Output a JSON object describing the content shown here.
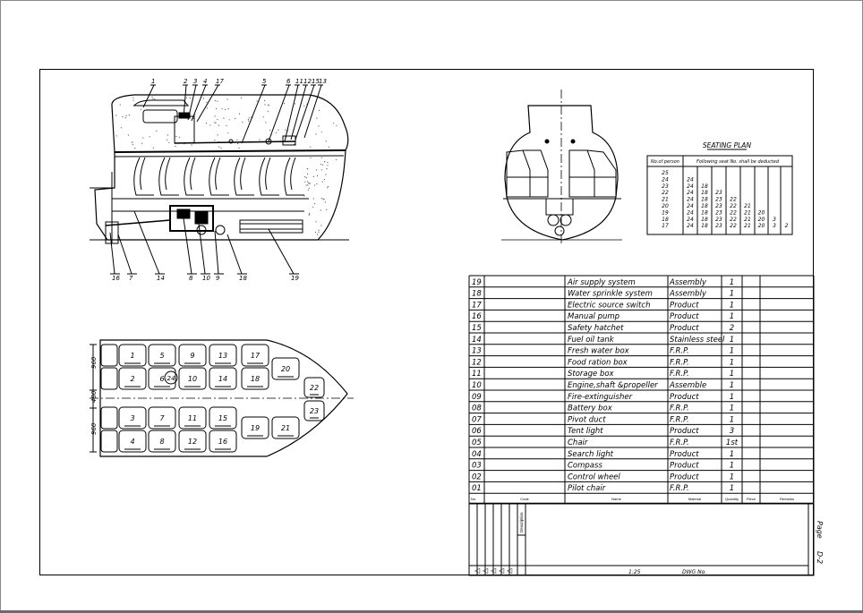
{
  "side_view_callouts_top": [
    "1",
    "2",
    "3",
    "4",
    "17",
    "5",
    "6",
    "11",
    "12",
    "15",
    "13"
  ],
  "side_view_callouts_bottom": [
    "16",
    "7",
    "14",
    "8",
    "10",
    "9",
    "18",
    "19"
  ],
  "plan_seats_top_rows": [
    [
      "1",
      "5",
      "9",
      "13",
      "17"
    ],
    [
      "2",
      "6",
      "10",
      "14",
      "18"
    ]
  ],
  "plan_seats_bottom_rows": [
    [
      "3",
      "7",
      "11",
      "15"
    ],
    [
      "4",
      "8",
      "12",
      "16"
    ]
  ],
  "plan_seats_aft": [
    "19",
    "21"
  ],
  "plan_seats_bow": [
    "20",
    "22",
    "23"
  ],
  "plan_seat_center_mark": "24",
  "plan_dimensions": [
    "960",
    "480",
    "960"
  ],
  "seating_plan": {
    "title": "SEATING PLAN",
    "col1_header": "No.of person",
    "col2_header": "Following seat No. shall be deducted",
    "persons": [
      "25",
      "24",
      "23",
      "22",
      "21",
      "20",
      "19",
      "18",
      "17"
    ],
    "deducted": [
      [],
      [
        "24"
      ],
      [
        "24",
        "18"
      ],
      [
        "24",
        "18",
        "23"
      ],
      [
        "24",
        "18",
        "23",
        "22"
      ],
      [
        "24",
        "18",
        "23",
        "22",
        "21"
      ],
      [
        "24",
        "18",
        "23",
        "22",
        "21",
        "20"
      ],
      [
        "24",
        "18",
        "23",
        "22",
        "21",
        "20",
        "3"
      ],
      [
        "24",
        "18",
        "23",
        "22",
        "21",
        "20",
        "3",
        "2"
      ]
    ]
  },
  "parts_list": [
    {
      "no": "19",
      "name": "Air supply system",
      "material": "Assembly",
      "qty": "1"
    },
    {
      "no": "18",
      "name": "Water sprinkle system",
      "material": "Assembly",
      "qty": "1"
    },
    {
      "no": "17",
      "name": "Electric source switch",
      "material": "Product",
      "qty": "1"
    },
    {
      "no": "16",
      "name": "Manual pump",
      "material": "Product",
      "qty": "1"
    },
    {
      "no": "15",
      "name": "Safety hatchet",
      "material": "Product",
      "qty": "2"
    },
    {
      "no": "14",
      "name": "Fuel oil tank",
      "material": "Stainless steel",
      "qty": "1"
    },
    {
      "no": "13",
      "name": "Fresh water box",
      "material": "F.R.P.",
      "qty": "1"
    },
    {
      "no": "12",
      "name": "Food ration box",
      "material": "F.R.P.",
      "qty": "1"
    },
    {
      "no": "11",
      "name": "Storage box",
      "material": "F.R.P.",
      "qty": "1"
    },
    {
      "no": "10",
      "name": "Engine,shaft &propeller",
      "material": "Assemble",
      "qty": "1"
    },
    {
      "no": "09",
      "name": "Fire-extinguisher",
      "material": "Product",
      "qty": "1"
    },
    {
      "no": "08",
      "name": "Battery box",
      "material": "F.R.P.",
      "qty": "1"
    },
    {
      "no": "07",
      "name": "Pivot duct",
      "material": "F.R.P.",
      "qty": "1"
    },
    {
      "no": "06",
      "name": "Tent light",
      "material": "Product",
      "qty": "3"
    },
    {
      "no": "05",
      "name": "Chair",
      "material": "F.R.P.",
      "qty": "1st"
    },
    {
      "no": "04",
      "name": "Search light",
      "material": "Product",
      "qty": "1"
    },
    {
      "no": "03",
      "name": "Compass",
      "material": "Product",
      "qty": "1"
    },
    {
      "no": "02",
      "name": "Control wheel",
      "material": "Product",
      "qty": "1"
    },
    {
      "no": "01",
      "name": "Pilot chair",
      "material": "F.R.P.",
      "qty": "1"
    }
  ],
  "parts_header": {
    "no": "No.",
    "code": "Code",
    "name": "Name",
    "material": "Material",
    "qty": "Quantity",
    "piece": "Piece",
    "remarks": "Remarks"
  },
  "title_block": {
    "page_label": "Page",
    "page_value": "D-2",
    "description_label": "Description",
    "scale_value": "1:25",
    "drawing_no": "DWG No."
  }
}
